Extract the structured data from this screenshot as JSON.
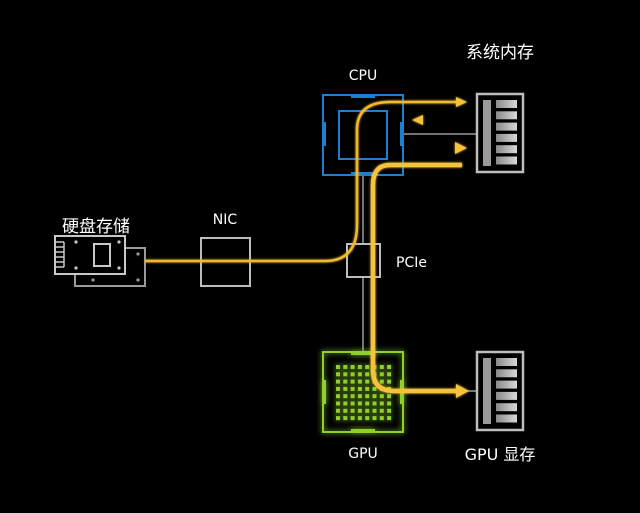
{
  "diagram": {
    "title": "GPUDirect data path",
    "labels": {
      "cpu": "CPU",
      "system_memory": "系统内存",
      "storage": "硬盘存储",
      "nic": "NIC",
      "pcie": "PCIe",
      "gpu": "GPU",
      "gpu_memory": "GPU 显存"
    },
    "colors": {
      "background": "#000000",
      "data_path": "#f5c23a",
      "cpu": "#1e7fd0",
      "gpu": "#8ecf2a",
      "component_outline": "#bdbdbd"
    },
    "nodes": [
      "storage",
      "nic",
      "pcie",
      "cpu",
      "system_memory",
      "gpu",
      "gpu_memory"
    ],
    "edges": [
      {
        "from": "storage",
        "to": "nic",
        "type": "data-path"
      },
      {
        "from": "nic",
        "to": "pcie",
        "type": "data-path"
      },
      {
        "from": "pcie",
        "to": "system_memory",
        "type": "data-path",
        "via": "cpu"
      },
      {
        "from": "system_memory",
        "to": "cpu",
        "type": "data-path"
      },
      {
        "from": "cpu",
        "to": "system_memory",
        "type": "data-path"
      },
      {
        "from": "system_memory",
        "to": "gpu_memory",
        "type": "data-path",
        "via": "pcie"
      },
      {
        "from": "cpu",
        "to": "pcie",
        "type": "bus"
      },
      {
        "from": "pcie",
        "to": "gpu",
        "type": "bus"
      },
      {
        "from": "cpu",
        "to": "system_memory",
        "type": "bus"
      },
      {
        "from": "gpu",
        "to": "gpu_memory",
        "type": "bus"
      }
    ]
  }
}
